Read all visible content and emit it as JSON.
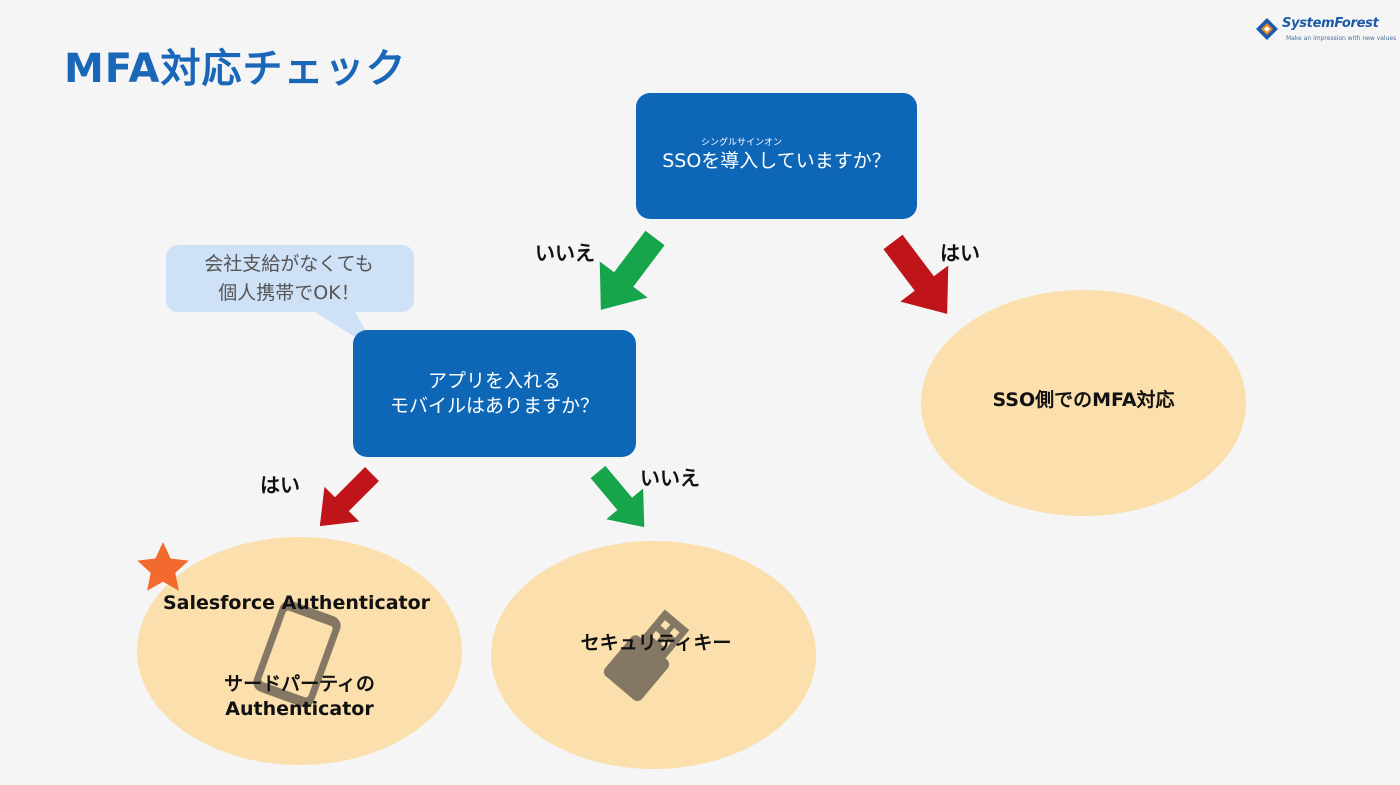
{
  "page_title": "MFA対応チェック",
  "logo": {
    "brand": "SystemForest",
    "tagline": "Make an impression with new values",
    "colors": [
      "#1a5aa8",
      "#e8892b"
    ]
  },
  "q1": {
    "ruby": "シングルサインオン",
    "text": "SSOを導入していますか？"
  },
  "q2": {
    "line1": "アプリを入れる",
    "line2": "モバイルはありますか？"
  },
  "edges": {
    "q1_no": "いいえ",
    "q1_yes": "はい",
    "q2_yes": "はい",
    "q2_no": "いいえ"
  },
  "callout": {
    "line1": "会社支給がなくても",
    "line2": "個人携帯でOK！"
  },
  "results": {
    "sso": "SSO側でのMFA対応",
    "app_line1": "Salesforce Authenticator",
    "app_line2": "サードパーティの",
    "app_line3": "Authenticator",
    "key": "セキュリティキー"
  },
  "icons": {
    "recommend": "star-icon",
    "phone": "smartphone-icon",
    "key": "security-key-icon"
  },
  "colors": {
    "title": "#1a66b8",
    "question_box": "#0e67b6",
    "result_ellipse": "#fbdfac",
    "arrow_yes": "#c0141b",
    "arrow_no": "#16a54a",
    "callout": "#cfe1f7",
    "star": "#f26a2e",
    "icon_gray": "#847865"
  }
}
